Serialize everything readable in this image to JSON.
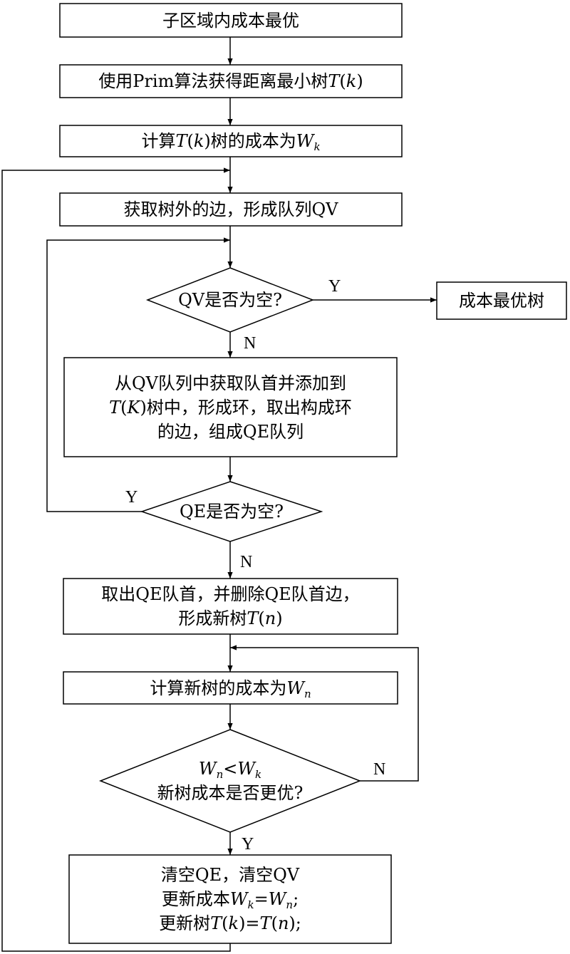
{
  "nodes": {
    "start": [
      "子区域内成本最优"
    ],
    "prim": [
      "使用Prim算法获得距离最小树",
      "T",
      "(",
      "k",
      ")"
    ],
    "cost_k": [
      "计算",
      "T",
      "(",
      "k",
      ")树的成本为",
      "W",
      "k"
    ],
    "get_edges": [
      "获取树外的边，形成队列QV"
    ],
    "qv_empty": [
      "QV是否为空?"
    ],
    "best_tree": [
      "成本最优树"
    ],
    "form_ring": {
      "line1": "从QV队列中获取队首并添加到",
      "line2": [
        "T",
        "(",
        "K",
        ")树中，形成环，取出构成环"
      ],
      "line3": "的边，组成QE队列"
    },
    "qe_empty": [
      "QE是否为空?"
    ],
    "new_tree": {
      "line1": "取出QE队首，并删除QE队首边，",
      "line2": [
        "形成新树",
        "T",
        "(",
        "n",
        ")"
      ]
    },
    "cost_n": [
      "计算新树的成本为",
      "W",
      "n"
    ],
    "compare": {
      "line1": [
        "W",
        "n",
        "<",
        "W",
        "k"
      ],
      "line2": "新树成本是否更优?"
    },
    "update": {
      "line1": "清空QE，清空QV",
      "line2": [
        "更新成本",
        "W",
        "k",
        "=",
        "W",
        "n",
        ";"
      ],
      "line3": [
        "更新树",
        "T",
        "(",
        "k",
        ")=",
        "T",
        "(",
        "n",
        ");"
      ]
    }
  },
  "edge_labels": {
    "qv_yes": "Y",
    "qv_no": "N",
    "qe_yes": "Y",
    "qe_no": "N",
    "cmp_no": "N",
    "cmp_yes": "Y"
  }
}
